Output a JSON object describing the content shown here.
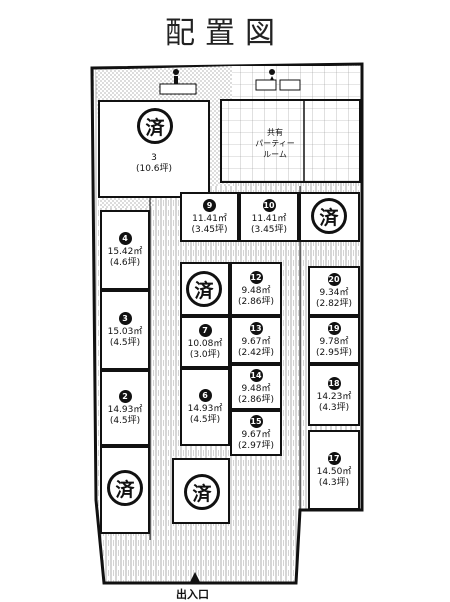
{
  "title": "配置図",
  "entrance_label": "出入口",
  "shared_room": {
    "line1": "共有",
    "line2": "パーティー",
    "line3": "ルーム"
  },
  "sold_mark": "済",
  "rooms": {
    "r4": {
      "num": "4",
      "area": "15.42㎡",
      "tsubo": "(4.6坪)"
    },
    "r3": {
      "num": "3",
      "area": "15.03㎡",
      "tsubo": "(4.5坪)"
    },
    "r2": {
      "num": "2",
      "area": "14.93㎡",
      "tsubo": "(4.5坪)"
    },
    "r9": {
      "num": "9",
      "area": "11.41㎡",
      "tsubo": "(3.45坪)"
    },
    "r10": {
      "num": "10",
      "area": "11.41㎡",
      "tsubo": "(3.45坪)"
    },
    "r12": {
      "num": "12",
      "area": "9.48㎡",
      "tsubo": "(2.86坪)"
    },
    "r20": {
      "num": "20",
      "area": "9.34㎡",
      "tsubo": "(2.82坪)"
    },
    "r7": {
      "num": "7",
      "area": "10.08㎡",
      "tsubo": "(3.0坪)"
    },
    "r13": {
      "num": "13",
      "area": "9.67㎡",
      "tsubo": "(2.42坪)"
    },
    "r19": {
      "num": "19",
      "area": "9.78㎡",
      "tsubo": "(2.95坪)"
    },
    "r14": {
      "num": "14",
      "area": "9.48㎡",
      "tsubo": "(2.86坪)"
    },
    "r18": {
      "num": "18",
      "area": "14.23㎡",
      "tsubo": "(4.3坪)"
    },
    "r6": {
      "num": "6",
      "area": "14.93㎡",
      "tsubo": "(4.5坪)"
    },
    "r15": {
      "num": "15",
      "area": "9.67㎡",
      "tsubo": "(2.97坪)"
    },
    "r17": {
      "num": "17",
      "area": "14.50㎡",
      "tsubo": "(4.3坪)"
    },
    "r_top": {
      "area": "3",
      "tsubo": "(10.6坪)"
    }
  }
}
